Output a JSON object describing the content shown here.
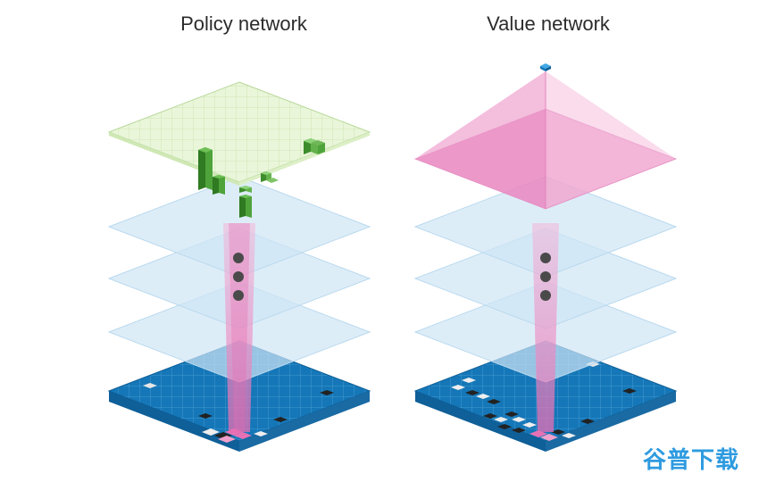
{
  "titles": {
    "policy": "Policy network",
    "value": "Value network"
  },
  "watermark": "谷普下载",
  "colors": {
    "board_blue": "#1577b8",
    "board_grid": "#4da3d6",
    "hidden_layer": "#cfe6f5",
    "policy_output": "#e9f6d9",
    "policy_bars": "#3e8f2f",
    "value_pyramid": "#ee8fc4",
    "funnel_pink": "#f2a5cf",
    "dot": "#4a4a4a"
  }
}
